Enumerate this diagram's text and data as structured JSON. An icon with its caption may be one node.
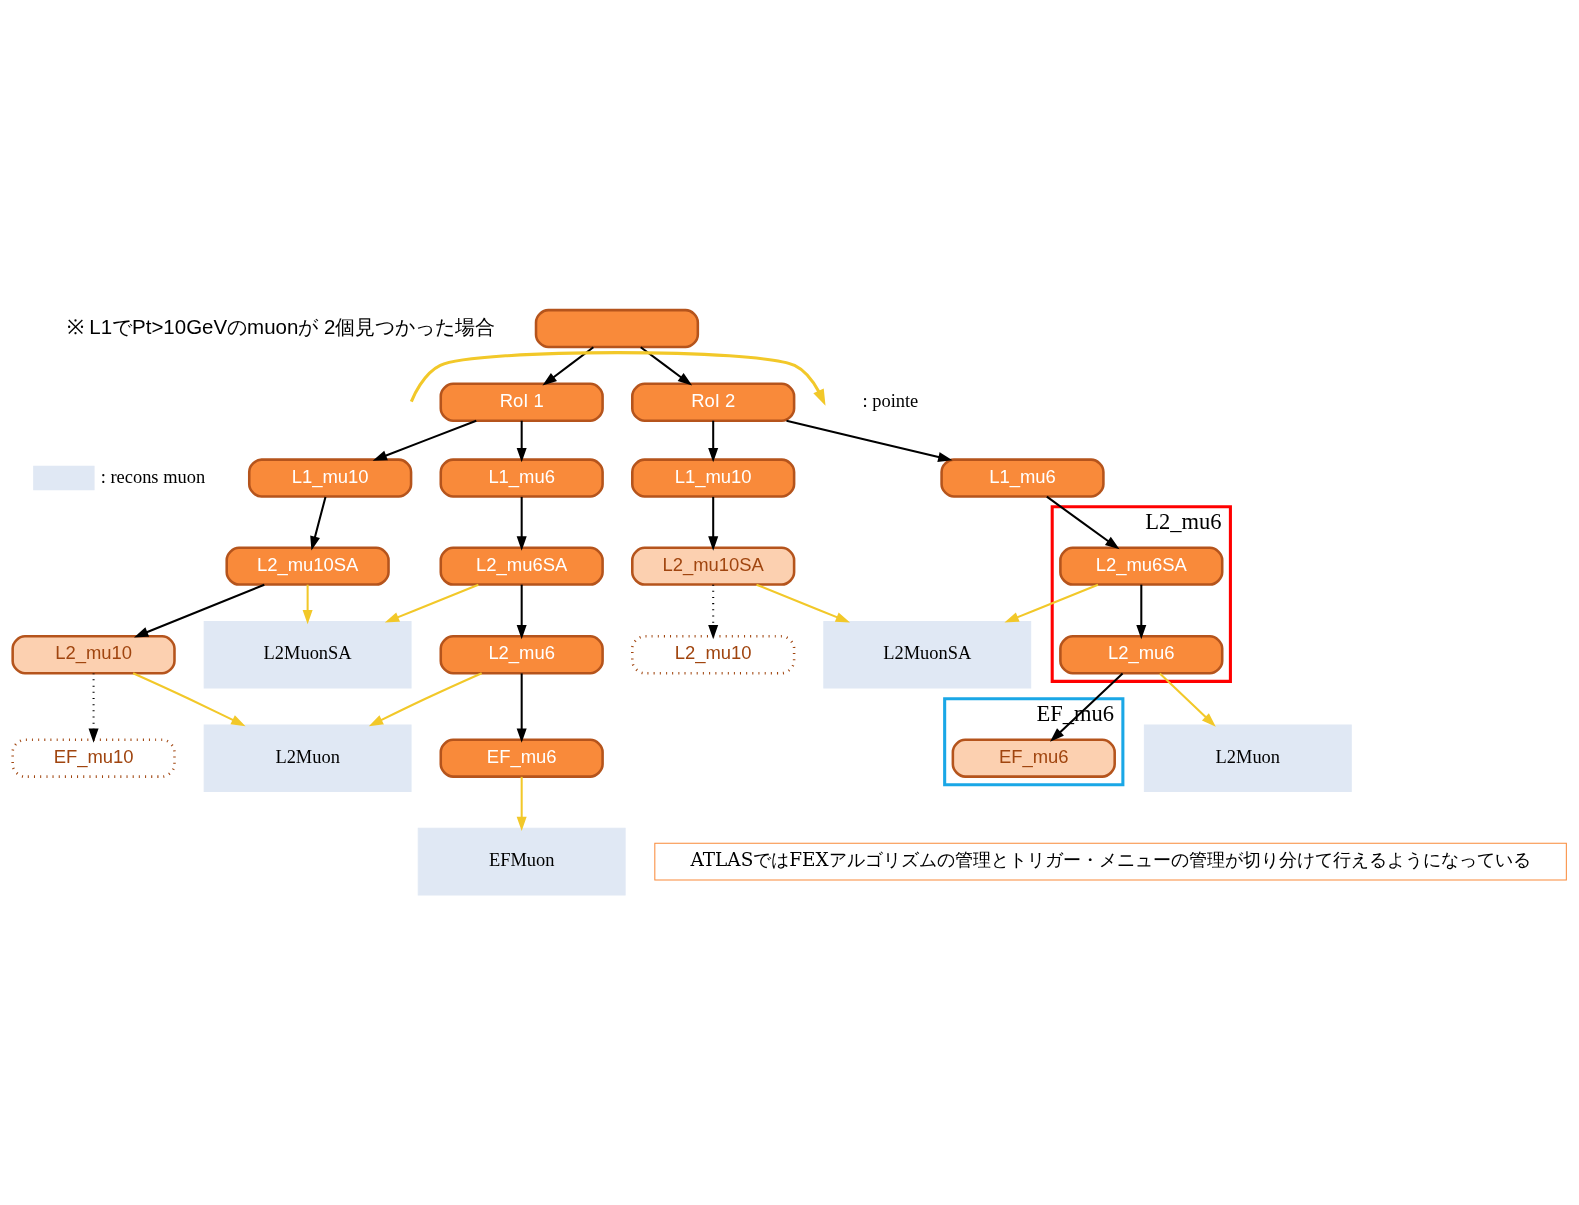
{
  "diagram": {
    "nodes": [
      {
        "text": [],
        "shape": "box"
      },
      {
        "text": [
          "RoI 1"
        ]
      },
      {
        "text": [
          "RoI 2"
        ]
      },
      {
        "text": [
          "L1_mu6"
        ]
      },
      {
        "text": [
          "L1_mu10"
        ]
      },
      {
        "text": [
          "L2_mu6SA"
        ]
      },
      {
        "text": [
          "L2_mu10SA"
        ]
      },
      {
        "text": [
          "L2MuonSA"
        ]
      },
      {
        "text": [
          "L2_mu6"
        ]
      },
      {
        "text": [
          "L2_mu10"
        ]
      },
      {
        "text": [
          "L2Muon"
        ]
      },
      {
        "text": [
          "EF_mu6"
        ]
      },
      {
        "text": [
          "EF_mu10"
        ]
      },
      {
        "text": [
          "EFMuon"
        ]
      },
      {
        "text": [
          "L1_mu6"
        ]
      },
      {
        "text": [
          "L1_mu10"
        ]
      },
      {
        "text": [
          "L2_mu6"
        ]
      },
      {
        "text": [
          "L2_mu6SA"
        ],
        "in": 16
      },
      {
        "text": [
          "L2_mu10SA"
        ]
      },
      {
        "text": [
          "L2MuonSA"
        ]
      },
      {
        "text": [
          "L2_mu6"
        ],
        "in": 16
      },
      {
        "text": [
          "L2_mu10"
        ]
      },
      {
        "text": [
          "L2Muon"
        ]
      },
      {
        "text": [
          "EF_mu6"
        ]
      },
      {
        "text": [
          "EF_mu6"
        ],
        "in": 23
      },
      {
        "text": [
          "ATLASではFEXアルゴリズムの管理とトリガー・メニューの管理が切り分けて行えるようになっている"
        ]
      }
    ],
    "edges": [
      {
        "from": 0,
        "to": 1,
        "arrow": "to"
      },
      {
        "from": 0,
        "to": 2,
        "arrow": "to"
      },
      {
        "from": 1,
        "to": 3,
        "arrow": "to"
      },
      {
        "from": 1,
        "to": 4,
        "arrow": "to"
      },
      {
        "from": 3,
        "to": 5,
        "arrow": "to"
      },
      {
        "from": 4,
        "to": 6,
        "arrow": "to"
      },
      {
        "from": 5,
        "to": 7,
        "arrow": "to",
        "color": "#f2c829"
      },
      {
        "from": 6,
        "to": 7,
        "arrow": "to",
        "color": "#f2c829"
      },
      {
        "from": 5,
        "to": 8,
        "arrow": "to"
      },
      {
        "from": 6,
        "to": 9,
        "arrow": "to"
      },
      {
        "from": 8,
        "to": 10,
        "arrow": "to",
        "color": "#f2c829"
      },
      {
        "from": 9,
        "to": 10,
        "arrow": "to",
        "color": "#f2c829"
      },
      {
        "from": 8,
        "to": 11,
        "arrow": "to"
      },
      {
        "from": 9,
        "to": 12,
        "arrow": "to",
        "style": "dashed"
      },
      {
        "from": 11,
        "to": 13,
        "arrow": "to",
        "color": "#f2c829"
      },
      {
        "from": 2,
        "to": 14,
        "arrow": "to"
      },
      {
        "from": 2,
        "to": 15,
        "arrow": "to"
      },
      {
        "from": 14,
        "to": 17,
        "arrow": "to"
      },
      {
        "from": 15,
        "to": 18,
        "arrow": "to"
      },
      {
        "from": 17,
        "to": 19,
        "arrow": "to",
        "color": "#f2c829"
      },
      {
        "from": 18,
        "to": 19,
        "arrow": "to",
        "color": "#f2c829"
      },
      {
        "from": 17,
        "to": 20,
        "arrow": "to"
      },
      {
        "from": 18,
        "to": 21,
        "arrow": "to",
        "style": "dashed"
      },
      {
        "from": 20,
        "to": 22,
        "arrow": "to",
        "color": "#f2c829"
      },
      {
        "from": 20,
        "to": 24,
        "arrow": "to"
      }
    ],
    "labels": [
      "※ L1でPt>10GeVのmuonが 2個見つかった場合"
    ],
    "legend": [
      {
        "text": ": pointe"
      },
      {
        "text": ": recons muon",
        "color": "#e0e8f4"
      }
    ]
  }
}
